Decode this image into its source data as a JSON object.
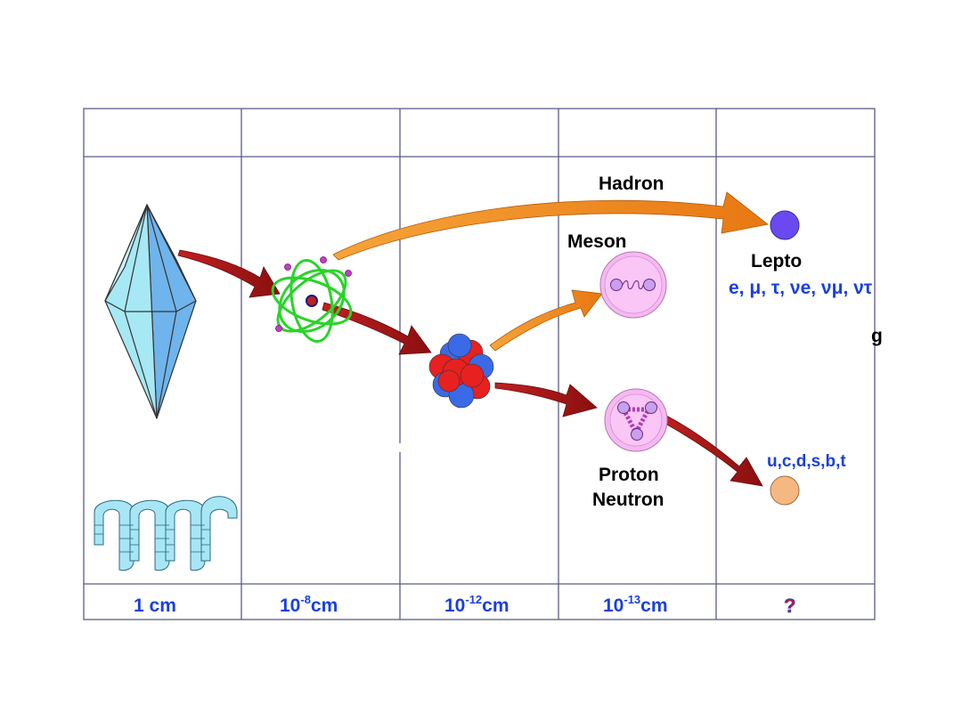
{
  "labels": {
    "hadron": "Hadron",
    "meson": "Meson",
    "lepto": "Lepto",
    "lepton_list": "e, μ, τ, νe, νμ, ντ",
    "proton": "Proton",
    "neutron": "Neutron",
    "quarks": "u,c,d,s,b,t",
    "edge_char": "g"
  },
  "scales": [
    {
      "base": "1 cm",
      "exp": "",
      "unit": ""
    },
    {
      "base": "10",
      "exp": "-8",
      "unit": "cm"
    },
    {
      "base": "10",
      "exp": "-12",
      "unit": "cm"
    },
    {
      "base": "10",
      "exp": "-13",
      "unit": "cm"
    },
    {
      "base": "?",
      "exp": "",
      "unit": ""
    }
  ],
  "colors": {
    "grid": "#5a5a8a",
    "arrow_red": "#a01818",
    "arrow_orange": "#f08a1a",
    "crystal": "#9fe3f0",
    "atom_orbit": "#28d428",
    "lepton": "#6a4af0",
    "quark": "#f5b880",
    "hadron_fill": "#f7b8f2",
    "label_blue": "#1a3fe0"
  }
}
